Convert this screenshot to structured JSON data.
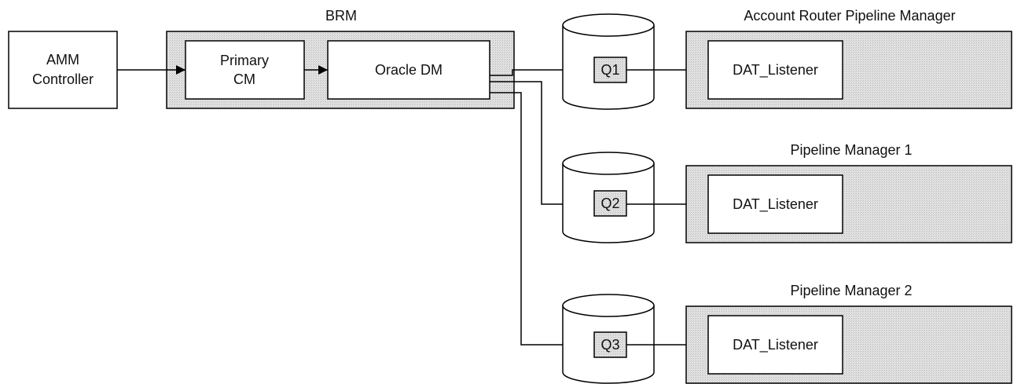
{
  "amm_controller": {
    "line1": "AMM",
    "line2": "Controller"
  },
  "brm": {
    "title": "BRM",
    "primary_cm": {
      "line1": "Primary",
      "line2": "CM"
    },
    "oracle_dm": "Oracle DM"
  },
  "queues": [
    "Q1",
    "Q2",
    "Q3"
  ],
  "pipelines": [
    {
      "title": "Account Router Pipeline Manager",
      "listener": "DAT_Listener"
    },
    {
      "title": "Pipeline Manager 1",
      "listener": "DAT_Listener"
    },
    {
      "title": "Pipeline Manager 2",
      "listener": "DAT_Listener"
    }
  ]
}
